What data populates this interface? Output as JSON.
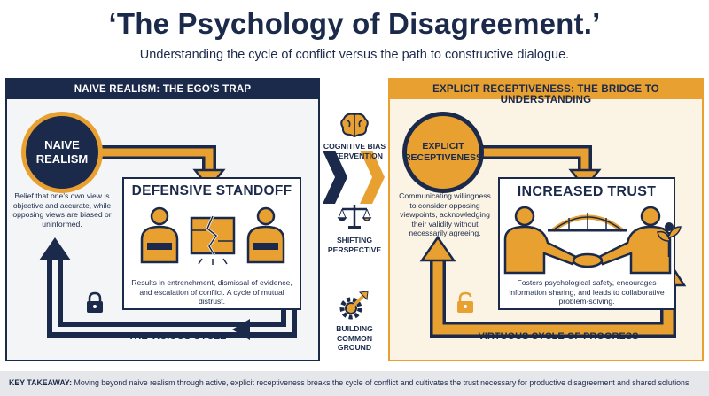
{
  "title": "‘The Psychology of Disagreement.’",
  "subtitle": "Understanding the cycle of conflict versus the path to constructive dialogue.",
  "left_panel": {
    "header": "NAIVE REALISM: THE EGO'S TRAP",
    "circle_label": "NAIVE REALISM",
    "circle_desc": "Belief that one's own view is objective and accurate, while opposing views are biased or uninformed.",
    "box_title": "DEFENSIVE STANDOFF",
    "box_desc": "Results in entrenchment, dismissal of evidence, and escalation of conflict. A cycle of mutual distrust.",
    "cycle_label": "THE VICIOUS CYCLE",
    "icon": "lock-icon"
  },
  "middle": {
    "items": [
      {
        "label": "COGNITIVE BIAS INTERVENTION",
        "icon": "brain-icon"
      },
      {
        "label": "SHIFTING PERSPECTIVE",
        "icon": "balance-scale-icon"
      },
      {
        "label": "BUILDING COMMON GROUND",
        "icon": "gear-icon"
      }
    ]
  },
  "right_panel": {
    "header": "EXPLICIT RECEPTIVENESS: THE BRIDGE TO UNDERSTANDING",
    "circle_label": "EXPLICIT RECEPTIVENESS",
    "circle_desc": "Communicating willingness to consider opposing viewpoints, acknowledging their validity without necessarily agreeing.",
    "box_title": "INCREASED TRUST",
    "box_desc": "Fosters psychological safety, encourages information sharing, and leads to collaborative problem-solving.",
    "cycle_label": "VIRTUOUS CYCLE OF PROGRESS",
    "icon": "unlock-icon"
  },
  "takeaway": {
    "label": "KEY TAKEAWAY:",
    "text": "Moving beyond naive realism through active, explicit receptiveness breaks the cycle of conflict and cultivates the trust necessary for productive disagreement and shared solutions."
  },
  "colors": {
    "navy": "#1b2a4a",
    "orange": "#e8a030",
    "cream": "#fbf3e4"
  }
}
